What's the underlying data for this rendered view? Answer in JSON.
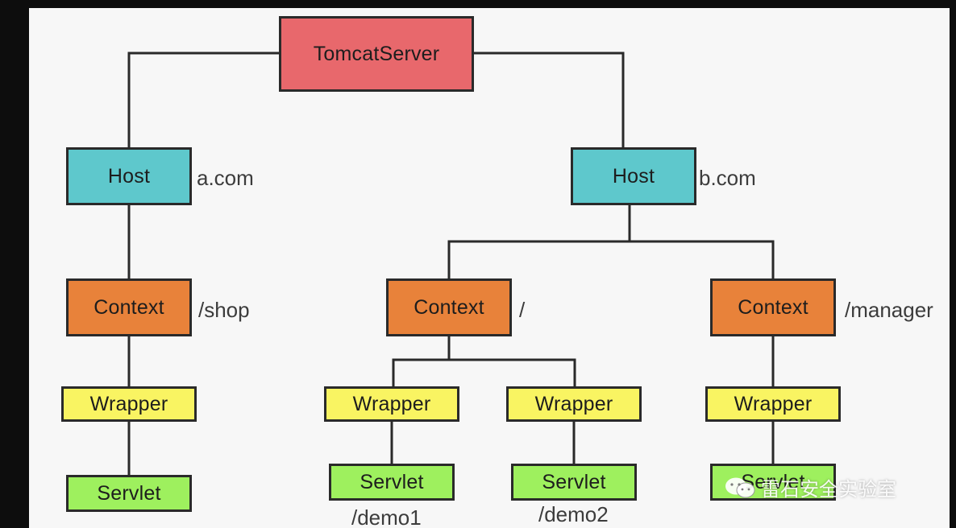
{
  "diagram": {
    "root": {
      "label": "TomcatServer"
    },
    "hosts": [
      {
        "label": "Host",
        "domain": "a.com"
      },
      {
        "label": "Host",
        "domain": "b.com"
      }
    ],
    "contexts": [
      {
        "label": "Context",
        "path": "/shop"
      },
      {
        "label": "Context",
        "path": "/"
      },
      {
        "label": "Context",
        "path": "/manager"
      }
    ],
    "wrappers": [
      {
        "label": "Wrapper"
      },
      {
        "label": "Wrapper"
      },
      {
        "label": "Wrapper"
      },
      {
        "label": "Wrapper"
      }
    ],
    "servlets": [
      {
        "label": "Servlet",
        "path": ""
      },
      {
        "label": "Servlet",
        "path": "/demo1"
      },
      {
        "label": "Servlet",
        "path": "/demo2"
      },
      {
        "label": "Servlet",
        "path": ""
      }
    ]
  },
  "watermark": {
    "text": "雷石安全实验室",
    "icon": "wechat-icon"
  },
  "colors": {
    "server": "#e8686c",
    "host": "#5ec8cc",
    "context": "#e8823a",
    "wrapper": "#f9f462",
    "servlet": "#9ef05e",
    "connector": "#2a2a2a"
  }
}
